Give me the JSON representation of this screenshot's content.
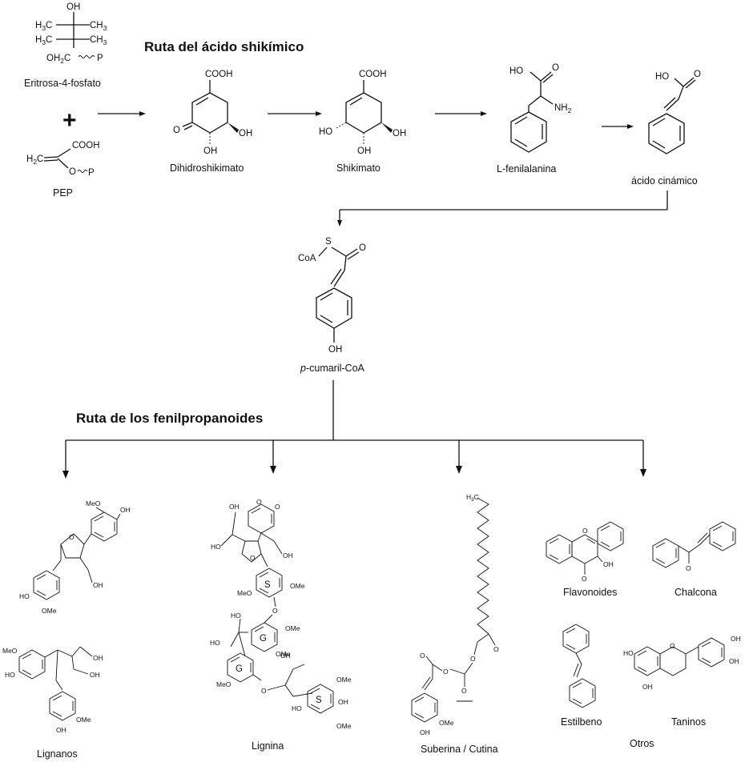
{
  "titles": {
    "shikimic": "Ruta del ácido shikímico",
    "phenylpropanoid": "Ruta de los fenilpropanoides"
  },
  "compounds": {
    "erythrose": "Eritrosa-4-fosfato",
    "pep": "PEP",
    "dihydroshikimate": "Dihidroshikimato",
    "shikimate": "Shikimato",
    "phenylalanine": "L-fenilalanina",
    "cinnamic": "ácido cinámico",
    "coumaroyl_italic": "p",
    "coumaroyl_rest": "-cumaril-CoA",
    "lignans": "Lignanos",
    "lignin": "Lignina",
    "suberin": "Suberina / Cutina",
    "flavonoids": "Flavonoides",
    "chalcone": "Chalcona",
    "stilbene": "Estilbeno",
    "tannins": "Taninos",
    "others": "Otros"
  },
  "atoms": {
    "oh": "OH",
    "ch3": "CH",
    "h3c": "H",
    "oh2c": "OH",
    "p": "P",
    "cooh": "COOH",
    "h2c": "H",
    "o": "O",
    "ho": "HO",
    "nh2": "NH",
    "coa": "CoA",
    "s": "S",
    "ome": "OMe",
    "meo": "MeO",
    "g": "G",
    "h3c_chain": "H",
    "sub2": "2",
    "sub3": "3"
  },
  "symbols": {
    "plus": "+"
  }
}
